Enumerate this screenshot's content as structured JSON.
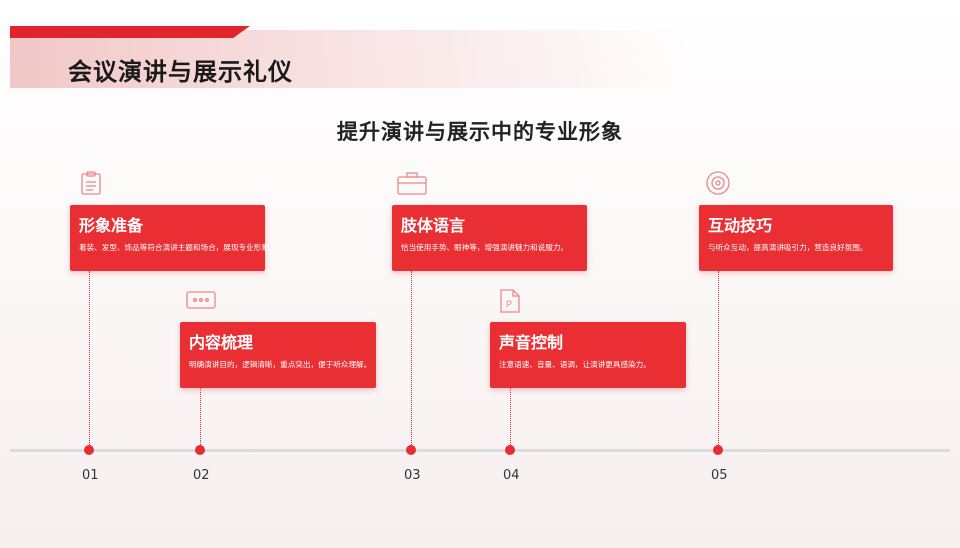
{
  "header": {
    "title": "会议演讲与展示礼仪"
  },
  "main_title": "提升演讲与展示中的专业形象",
  "steps": [
    {
      "num": "01",
      "title": "形象准备",
      "desc": "着装、发型、饰品等符合演讲主题和场合，展现专业形象。",
      "icon": "clipboard-icon"
    },
    {
      "num": "02",
      "title": "内容梳理",
      "desc": "明确演讲目的，逻辑清晰，重点突出，便于听众理解。",
      "icon": "speech-bubble-icon"
    },
    {
      "num": "03",
      "title": "肢体语言",
      "desc": "恰当使用手势、眼神等，增强演讲魅力和说服力。",
      "icon": "briefcase-icon"
    },
    {
      "num": "04",
      "title": "声音控制",
      "desc": "注意语速、音量、语调，让演讲更具感染力。",
      "icon": "document-icon"
    },
    {
      "num": "05",
      "title": "互动技巧",
      "desc": "与听众互动，提高演讲吸引力，营造良好氛围。",
      "icon": "target-icon"
    }
  ],
  "colors": {
    "accent": "#e92f33",
    "timeline": "#dcdcdc"
  }
}
